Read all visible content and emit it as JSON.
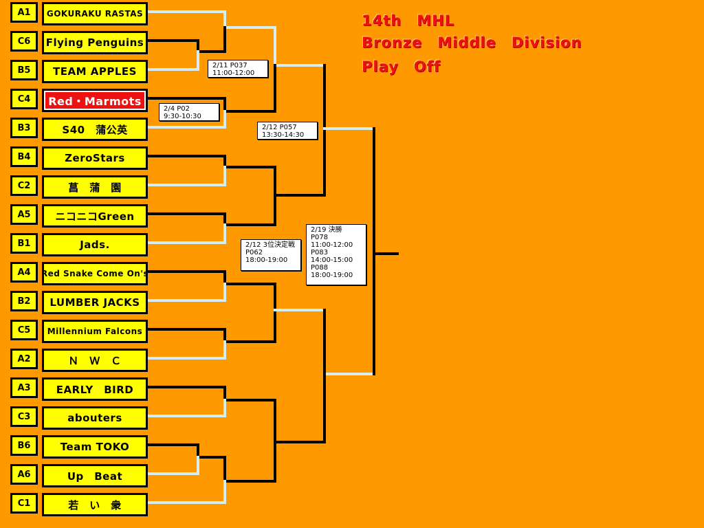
{
  "title": {
    "line1": "14th　MHL",
    "line2": "Bronze　Middle　Division",
    "line3": "Play　Off"
  },
  "teams": [
    {
      "seed": "A1",
      "name": "GOKURAKU RASTAS"
    },
    {
      "seed": "C6",
      "name": "Flying Penguins"
    },
    {
      "seed": "B5",
      "name": "TEAM APPLES"
    },
    {
      "seed": "C4",
      "name": "Red・Marmots"
    },
    {
      "seed": "B3",
      "name": "S40　蒲公英"
    },
    {
      "seed": "B4",
      "name": "ZeroStars"
    },
    {
      "seed": "C2",
      "name": "菖　蒲　園"
    },
    {
      "seed": "A5",
      "name": "ニコニコGreen"
    },
    {
      "seed": "B1",
      "name": "Jads."
    },
    {
      "seed": "A4",
      "name": "Red Snake Come On's"
    },
    {
      "seed": "B2",
      "name": "LUMBER JACKS"
    },
    {
      "seed": "C5",
      "name": "Millennium Falcons"
    },
    {
      "seed": "A2",
      "name": "Ｎ　Ｗ　Ｃ"
    },
    {
      "seed": "A3",
      "name": "EARLY　BIRD"
    },
    {
      "seed": "C3",
      "name": "abouters"
    },
    {
      "seed": "B6",
      "name": "Team TOKO"
    },
    {
      "seed": "A6",
      "name": "Up　Beat"
    },
    {
      "seed": "C1",
      "name": "若　い　衆"
    }
  ],
  "schedule": {
    "b1": "2/11 P037\n11:00-12:00",
    "b2": "2/4 P02\n9:30-10:30",
    "b3": "2/12 P057\n13:30-14:30",
    "b4": "2/12 3位決定戦\nP062\n18:00-19:00",
    "b5": "2/19 決勝\nP078\n11:00-12:00\nP083\n14:00-15:00\nP088\n18:00-19:00"
  },
  "colors": {
    "background": "#FF9900",
    "team_box": "#FFFF00",
    "highlight": "#EE1111",
    "line_active": "#000000",
    "line_inactive": "#D6EEF2"
  }
}
